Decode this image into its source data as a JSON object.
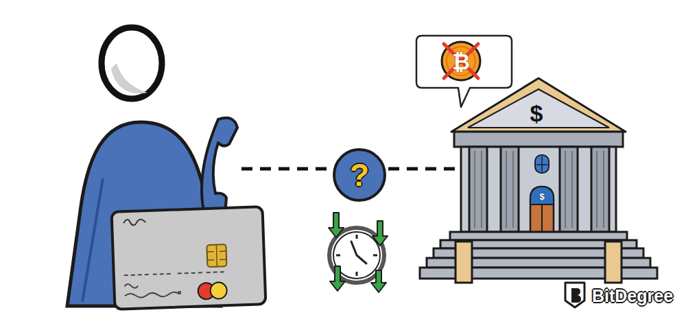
{
  "diagram": {
    "nodes": [
      {
        "text": [
          "?"
        ]
      }
    ],
    "labels": [
      "$",
      "$",
      "₿",
      "BitDegree"
    ]
  }
}
